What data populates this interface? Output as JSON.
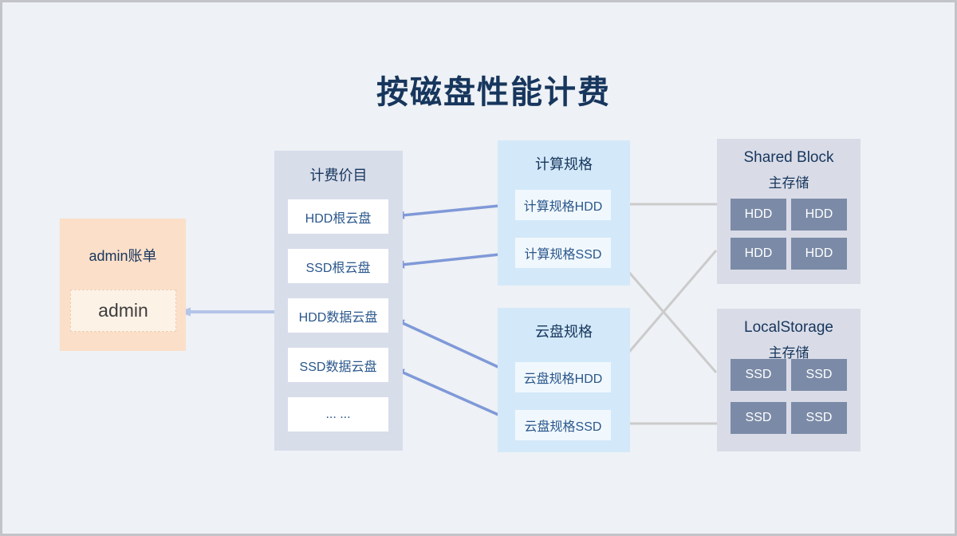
{
  "title": "按磁盘性能计费",
  "colors": {
    "background": "#eef1f5",
    "title_text": "#17365d",
    "item_text": "#2a578c",
    "admin_panel_bg": "#fbdfc9",
    "admin_node_bg": "#fdf2e6",
    "price_panel_bg": "#d8ddea",
    "spec_panel_bg": "#d3e9f9",
    "spec_item_bg": "#f1f8fd",
    "storage_panel_bg": "#d9dce7",
    "disk_tile_bg": "#7b8ba7",
    "arrow_blue": "#7f99d8",
    "arrow_light_blue": "#b3c5e8",
    "arrow_gray": "#cbcbcb"
  },
  "admin_panel": {
    "title": "admin账单",
    "node_label": "admin"
  },
  "price_list": {
    "title": "计费价目",
    "items": [
      "HDD根云盘",
      "SSD根云盘",
      "HDD数据云盘",
      "SSD数据云盘",
      "... ..."
    ]
  },
  "compute_spec": {
    "title": "计算规格",
    "items": [
      "计算规格HDD",
      "计算规格SSD"
    ]
  },
  "disk_spec": {
    "title": "云盘规格",
    "items": [
      "云盘规格HDD",
      "云盘规格SSD"
    ]
  },
  "shared_block": {
    "title": "Shared Block",
    "subtitle": "主存储",
    "disks": [
      "HDD",
      "HDD",
      "HDD",
      "HDD"
    ]
  },
  "local_storage": {
    "title": "LocalStorage",
    "subtitle": "主存储",
    "disks": [
      "SSD",
      "SSD",
      "SSD",
      "SSD"
    ]
  }
}
